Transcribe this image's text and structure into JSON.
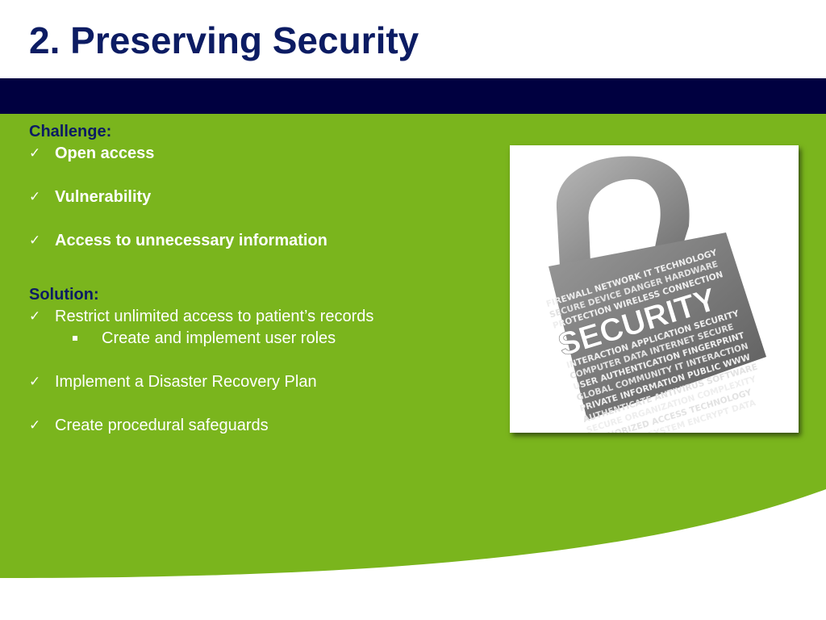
{
  "slide": {
    "title": "2. Preserving Security",
    "challenge": {
      "heading": "Challenge:",
      "items": [
        "Open access",
        "Vulnerability",
        "Access to unnecessary information"
      ]
    },
    "solution": {
      "heading": "Solution:",
      "items": [
        {
          "text": "Restrict unlimited access to patient’s records",
          "sub": "Create and implement user roles"
        },
        {
          "text": "Implement a Disaster Recovery Plan"
        },
        {
          "text": "Create procedural safeguards"
        }
      ]
    },
    "image": {
      "main_word": "SECURITY",
      "lines": [
        "FIREWALL NETWORK IT TECHNOLOGY",
        "SECURE DEVICE DANGER HARDWARE",
        "PROTECTION WIRELESS CONNECTION",
        "INTERACTION APPLICATION SECURITY",
        "COMPUTER DATA INTERNET SECURE",
        "USER AUTHENTICATION FINGERPRINT",
        "GLOBAL COMMUNITY IT INTERACTION",
        "PRIVATE INFORMATION PUBLIC WWW",
        "AUTHENTICATE ANTIVIRUS SOFTWARE",
        "SECURE ORGANIZATION COMPLEXITY",
        "AUTHORIZED ACCESS TECHNOLOGY",
        "OPERATING SYSTEM ENCRYPT DATA"
      ]
    }
  },
  "colors": {
    "title": "#0c1c63",
    "bar": "#000040",
    "green": "#7ab51d",
    "text": "#ffffff"
  }
}
